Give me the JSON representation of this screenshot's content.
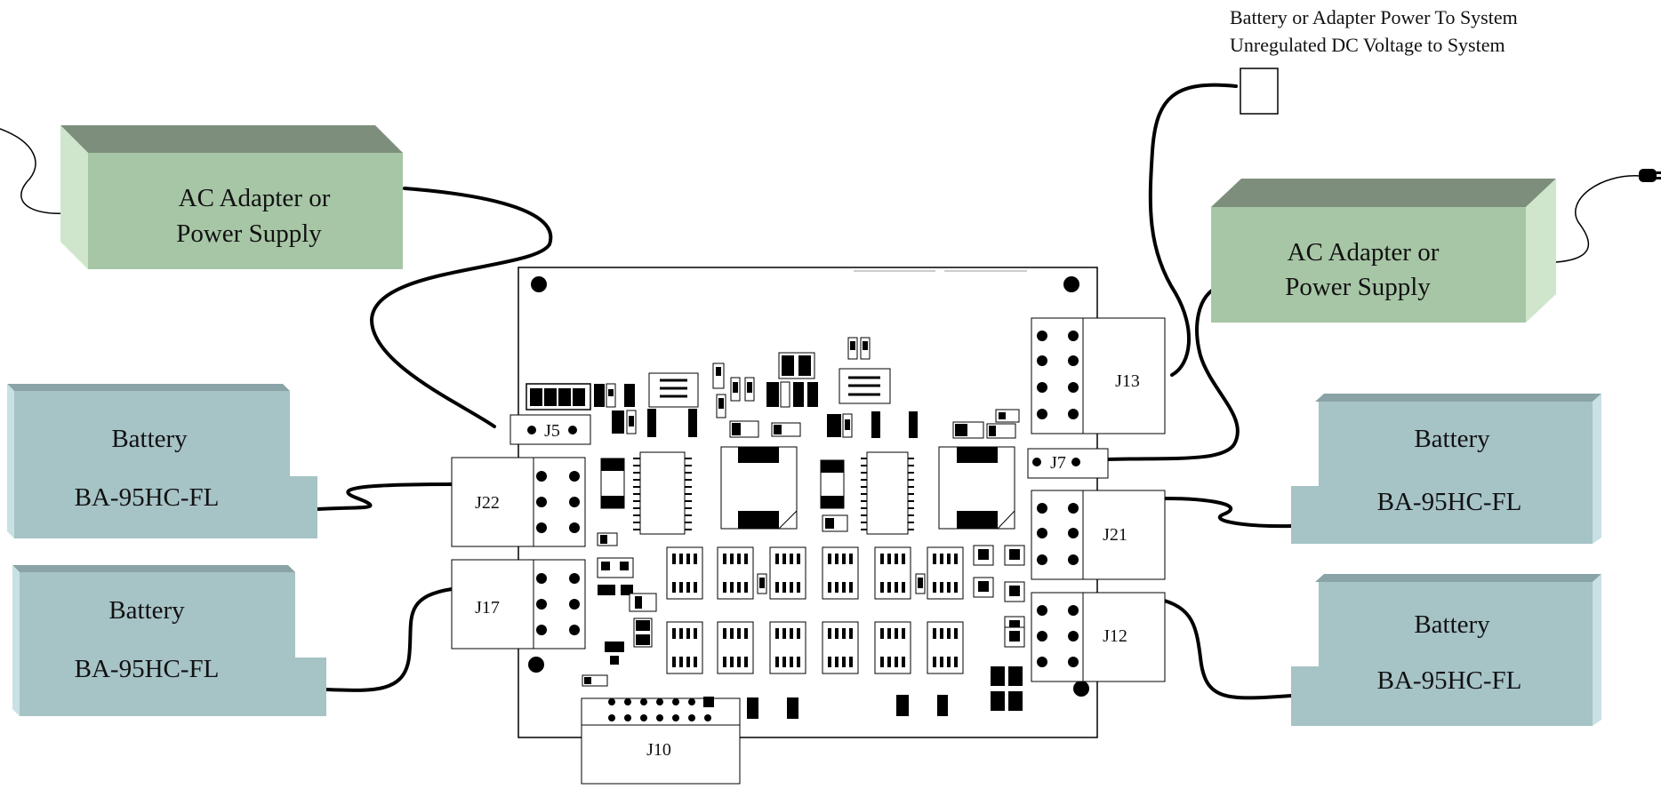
{
  "note": {
    "line1": "Battery or Adapter Power To System",
    "line2": "Unregulated DC Voltage to System"
  },
  "adapters": [
    {
      "line1": "AC Adapter or",
      "line2": "Power Supply"
    },
    {
      "line1": "AC Adapter or",
      "line2": "Power Supply"
    }
  ],
  "batteries": [
    {
      "line1": "Battery",
      "line2": "BA-95HC-FL"
    },
    {
      "line1": "Battery",
      "line2": "BA-95HC-FL"
    },
    {
      "line1": "Battery",
      "line2": "BA-95HC-FL"
    },
    {
      "line1": "Battery",
      "line2": "BA-95HC-FL"
    }
  ],
  "connectors": {
    "j5": "J5",
    "j7": "J7",
    "j10": "J10",
    "j12": "J12",
    "j13": "J13",
    "j17": "J17",
    "j21": "J21",
    "j22": "J22"
  },
  "colors": {
    "adapter_face": "#a7c6a6",
    "adapter_top": "#7d8f7c",
    "adapter_side": "#cfe6cd",
    "battery_face": "#a6c3c6",
    "battery_top": "#8aa3a6",
    "battery_side": "#c9e1e4"
  }
}
